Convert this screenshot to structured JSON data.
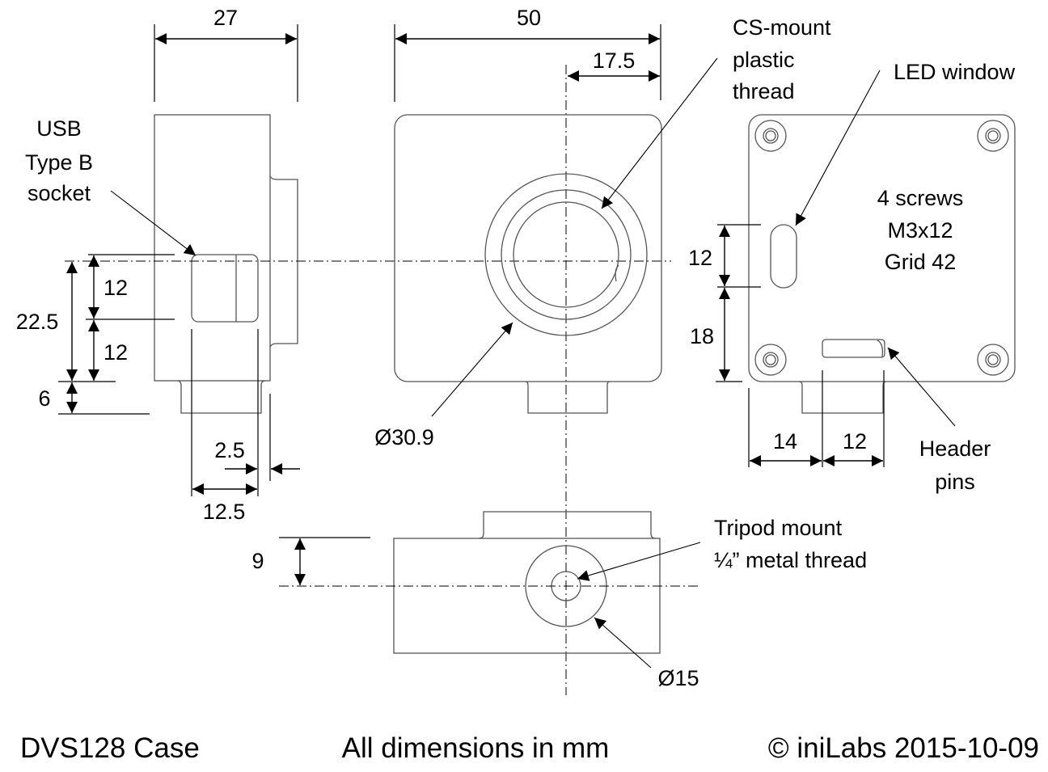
{
  "title": "DVS128 Case",
  "units_note": "All dimensions in mm",
  "copyright": "© iniLabs 2015-10-09",
  "side_view": {
    "width_dim": "27",
    "usb_label": [
      "USB",
      "Type B",
      "socket"
    ],
    "dims": {
      "upper_12": "12",
      "lower_12": "12",
      "total_22_5": "22.5",
      "bottom_6": "6",
      "offset_2_5": "2.5",
      "socket_12_5": "12.5"
    }
  },
  "front_view": {
    "width_dim": "50",
    "center_offset_dim": "17.5",
    "lens_thread_label": [
      "CS-mount",
      "plastic",
      "thread"
    ],
    "diameter_dim": "Ø30.9"
  },
  "back_view": {
    "led_label": "LED window",
    "screws_note": [
      "4 screws",
      "M3x12",
      "Grid 42"
    ],
    "led_height_dim": "12",
    "led_offset_dim": "18",
    "pins_offset_dim": "14",
    "pins_width_dim": "12",
    "header_label": [
      "Header",
      "pins"
    ]
  },
  "bottom_view": {
    "height_dim": "9",
    "tripod_label": [
      "Tripod mount",
      "¼” metal thread"
    ],
    "diameter_dim": "Ø15"
  }
}
